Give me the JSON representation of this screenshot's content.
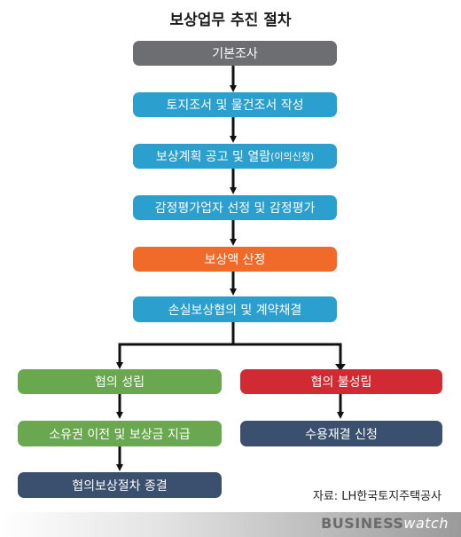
{
  "title": "보상업무 추진 절차",
  "steps": {
    "s1": "기본조사",
    "s2": "토지조서 및 물건조서 작성",
    "s3_main": "보상계획 공고 및 열람",
    "s3_note": "(이의신청)",
    "s4": "감정평가업자 선정 및 감정평가",
    "s5": "보상액 산정",
    "s6": "손실보상협의 및 계약채결"
  },
  "left_branch": {
    "b1": "협의 성립",
    "b2": "소유권 이전 및 보상금 지급",
    "b3": "협의보상절차 종결"
  },
  "right_branch": {
    "b1": "협의 불성립",
    "b2": "수용재결 신청"
  },
  "source": "자료: LH한국토지주택공사",
  "logo": {
    "part1": "BUSINESS",
    "part2": "watch"
  },
  "colors": {
    "gray": "#6d6e71",
    "blue": "#2b9fcd",
    "orange": "#f06a2a",
    "green": "#6aa84f",
    "red": "#d12a32",
    "navy": "#3a506e"
  }
}
